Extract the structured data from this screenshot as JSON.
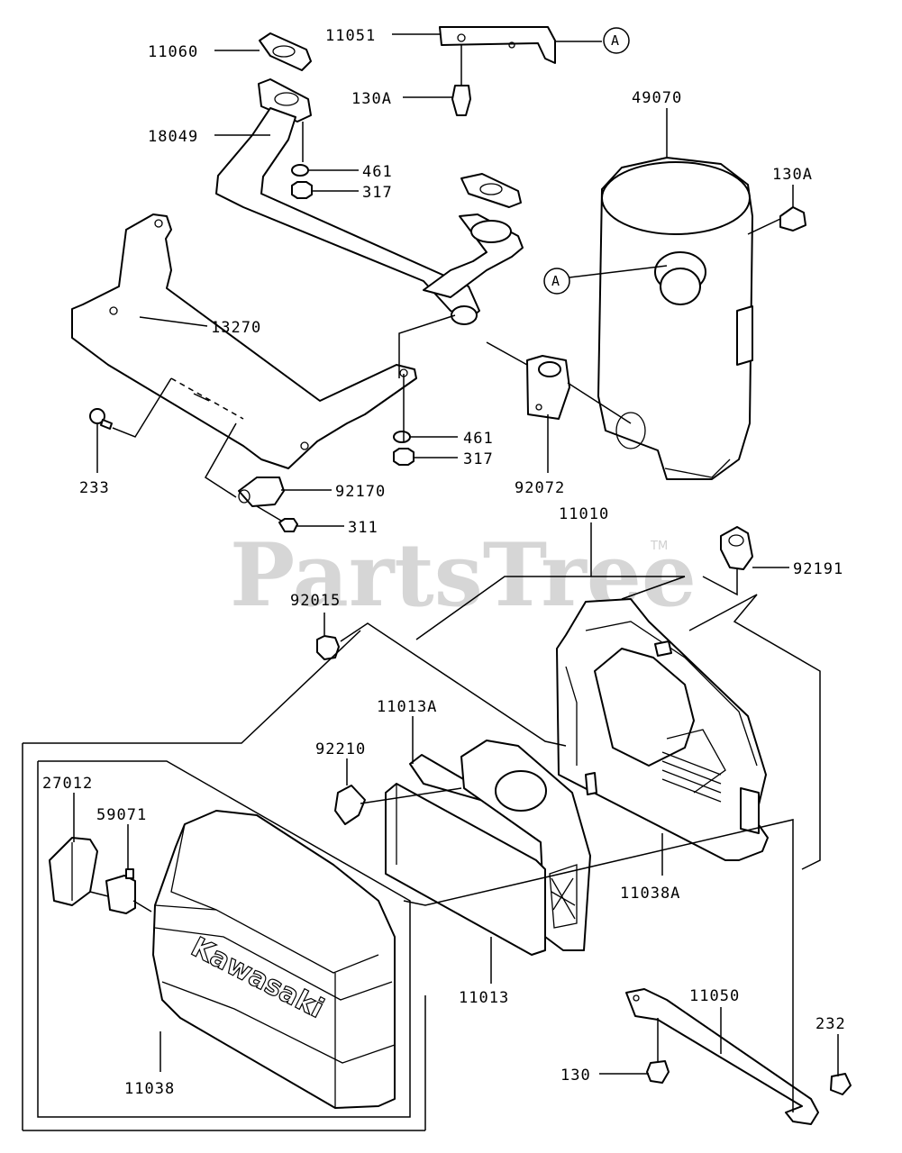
{
  "watermark": {
    "text": "PartsTree",
    "tm": "TM"
  },
  "brand_text": "Kawasaki",
  "ref_marker": "A",
  "callouts": [
    "11060",
    "11051",
    "130A",
    "18049",
    "461",
    "317",
    "49070",
    "130A",
    "13270",
    "461",
    "317",
    "233",
    "92170",
    "311",
    "92072",
    "11010",
    "92191",
    "92015",
    "11013A",
    "92210",
    "27012",
    "59071",
    "11038A",
    "11013",
    "11050",
    "232",
    "130",
    "11038"
  ]
}
